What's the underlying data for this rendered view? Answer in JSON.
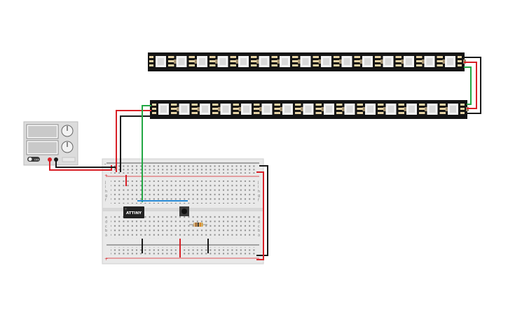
{
  "components": {
    "microcontroller": {
      "label": "ATTINY"
    },
    "power_supply": {
      "toggle_text": "OFF"
    },
    "breadboard": {
      "row_letters_top": [
        "j",
        "i",
        "h",
        "g",
        "f"
      ],
      "row_letters_bottom": [
        "e",
        "d",
        "c",
        "b",
        "a"
      ],
      "rail_plus": "+",
      "rail_minus": "-"
    }
  },
  "colors": {
    "wire_red": "#d81f26",
    "wire_black": "#1a1a1a",
    "wire_green": "#22a744",
    "wire_blue": "#2a8bd6",
    "strip_body": "#141414",
    "led_chip": "#f4f4f4",
    "breadboard": "#e9e9e9",
    "psu_body": "#dcdcdc"
  },
  "icons": [
    "led-chip-icon",
    "knob-icon",
    "toggle-switch-icon"
  ]
}
